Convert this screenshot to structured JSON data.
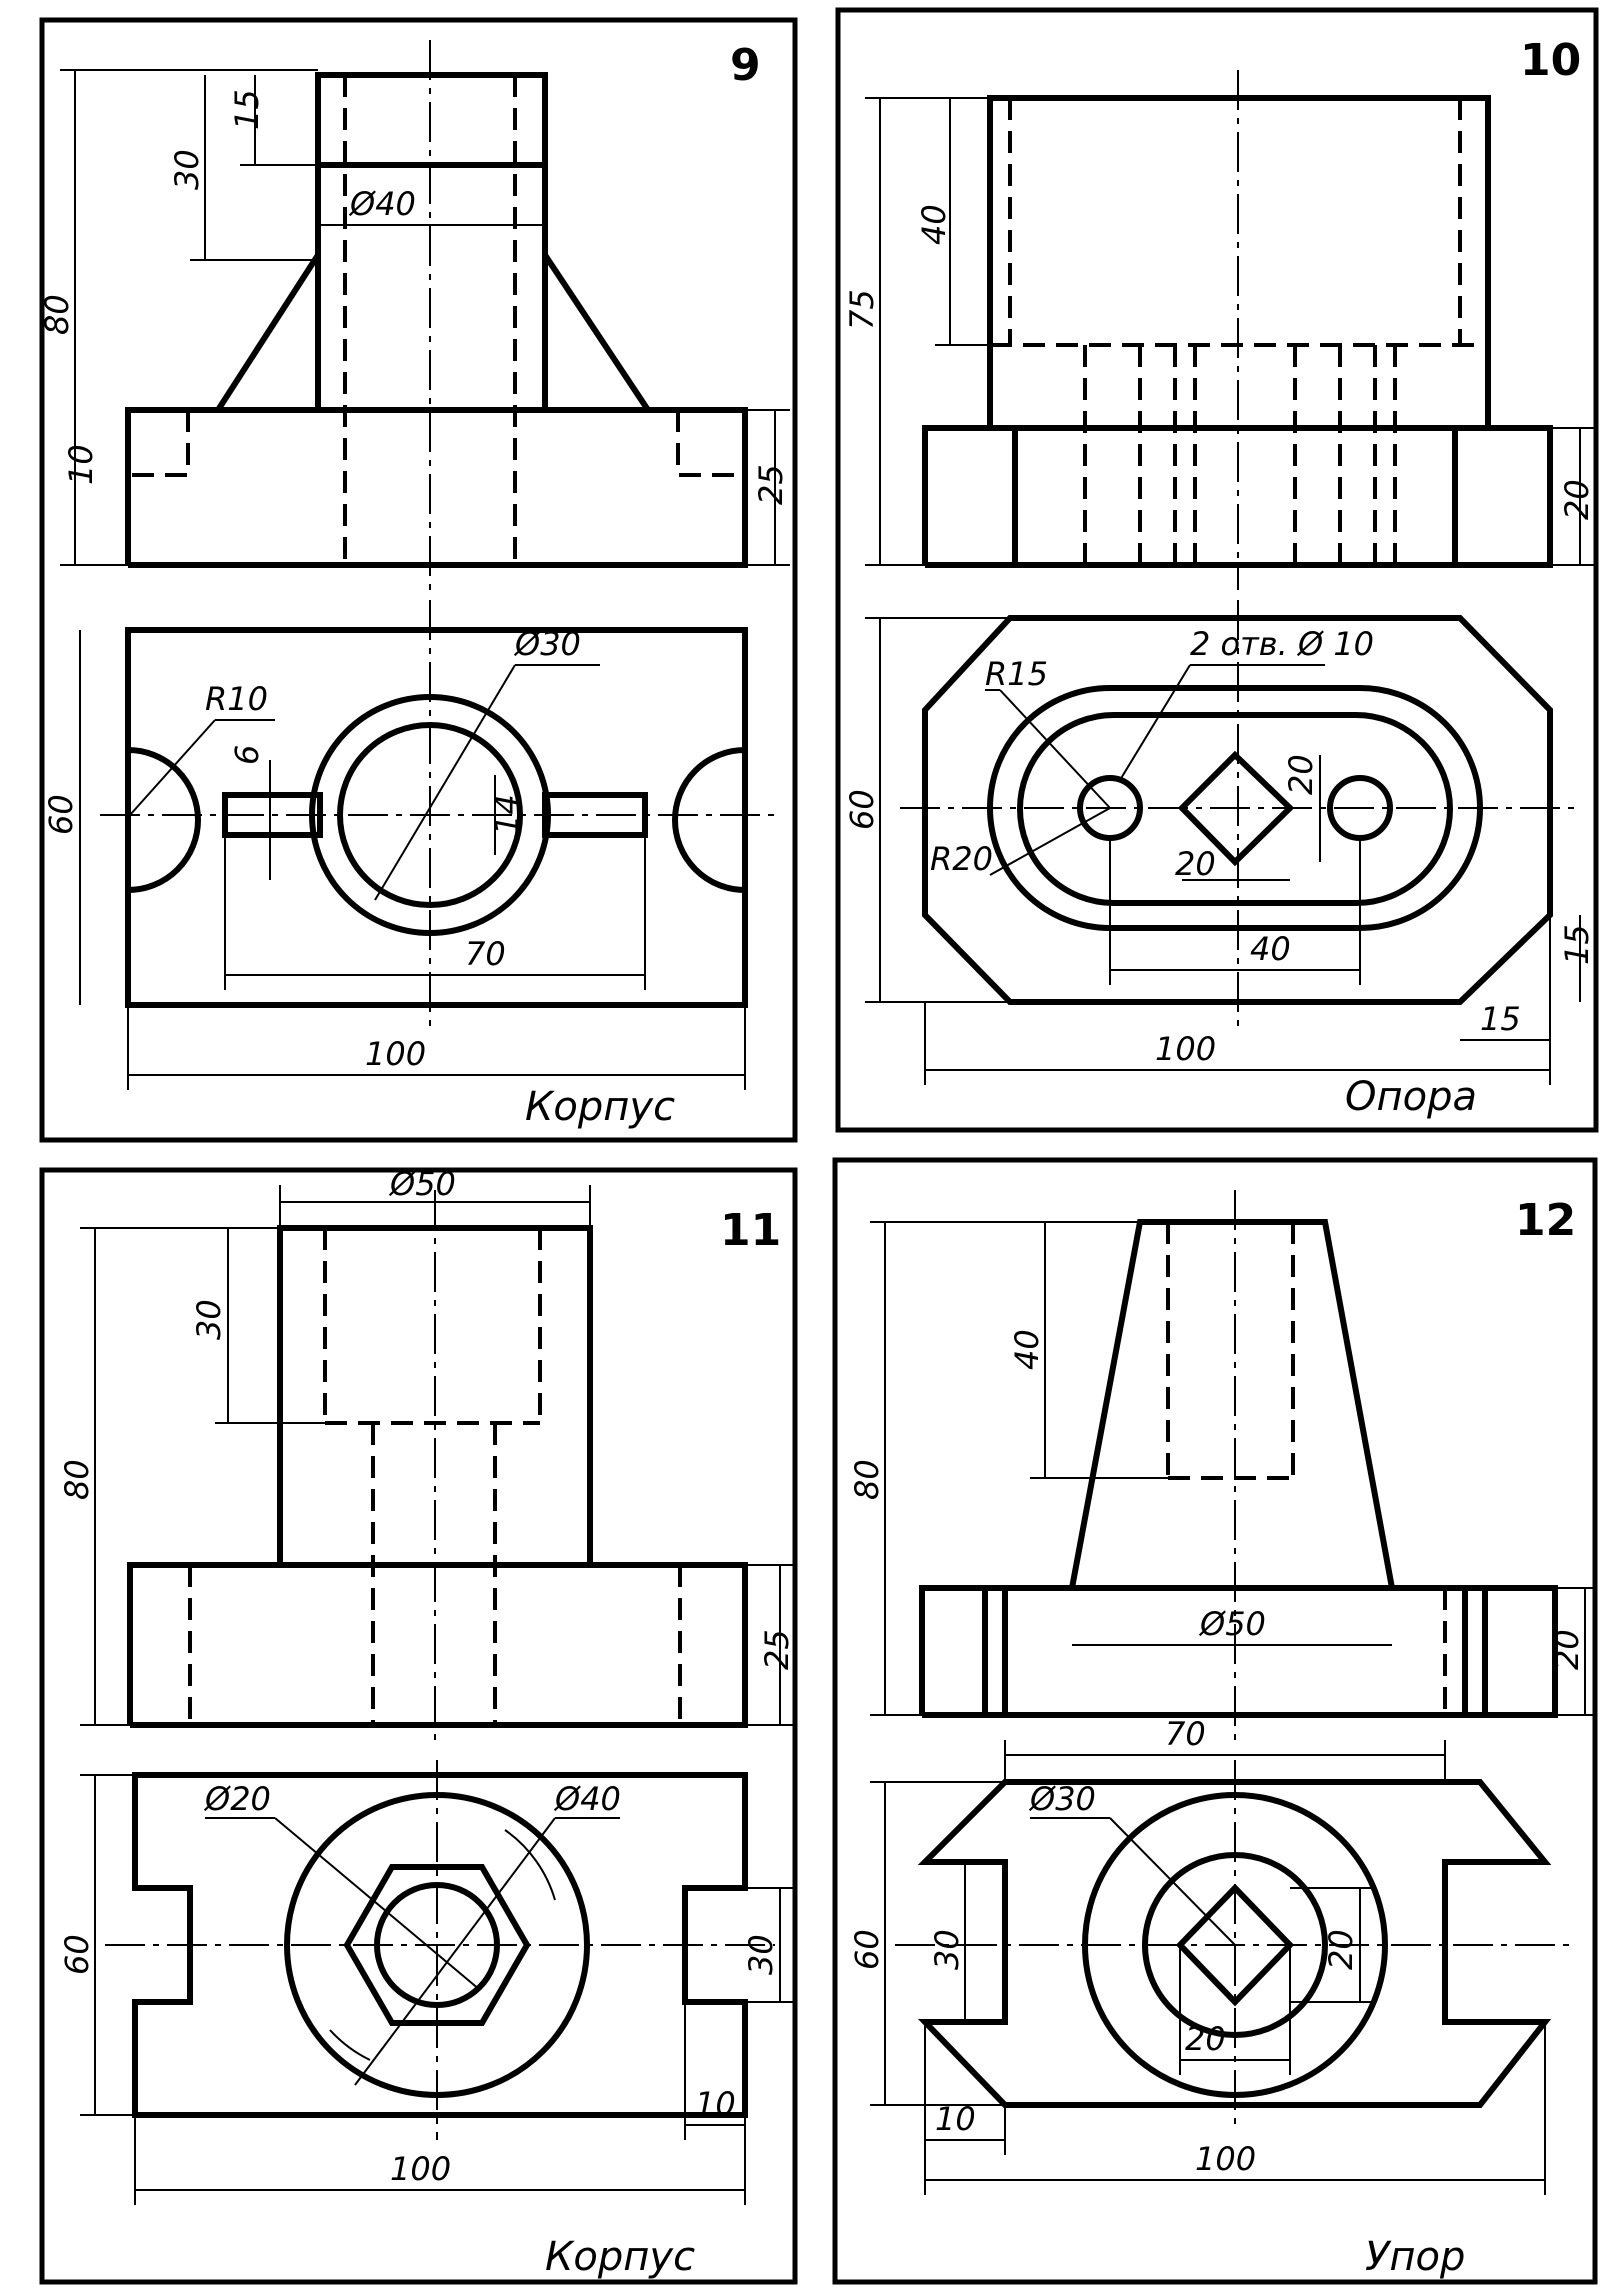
{
  "drawings": [
    {
      "number": "9",
      "title": "Корпус",
      "dims": [
        "15",
        "30",
        "80",
        "10",
        "25",
        "Ø40",
        "R10",
        "Ø30",
        "6",
        "14",
        "60",
        "70",
        "100"
      ]
    },
    {
      "number": "10",
      "title": "Опора",
      "dims": [
        "40",
        "75",
        "20",
        "R15",
        "2 отв. Ø 10",
        "20",
        "R20",
        "60",
        "20",
        "15",
        "40",
        "100",
        "15"
      ]
    },
    {
      "number": "11",
      "title": "Корпус",
      "dims": [
        "Ø50",
        "30",
        "80",
        "25",
        "Ø20",
        "Ø40",
        "60",
        "30",
        "10",
        "100"
      ]
    },
    {
      "number": "12",
      "title": "Упор",
      "dims": [
        "40",
        "80",
        "Ø50",
        "20",
        "70",
        "Ø30",
        "60",
        "30",
        "20",
        "20",
        "10",
        "100"
      ]
    }
  ]
}
